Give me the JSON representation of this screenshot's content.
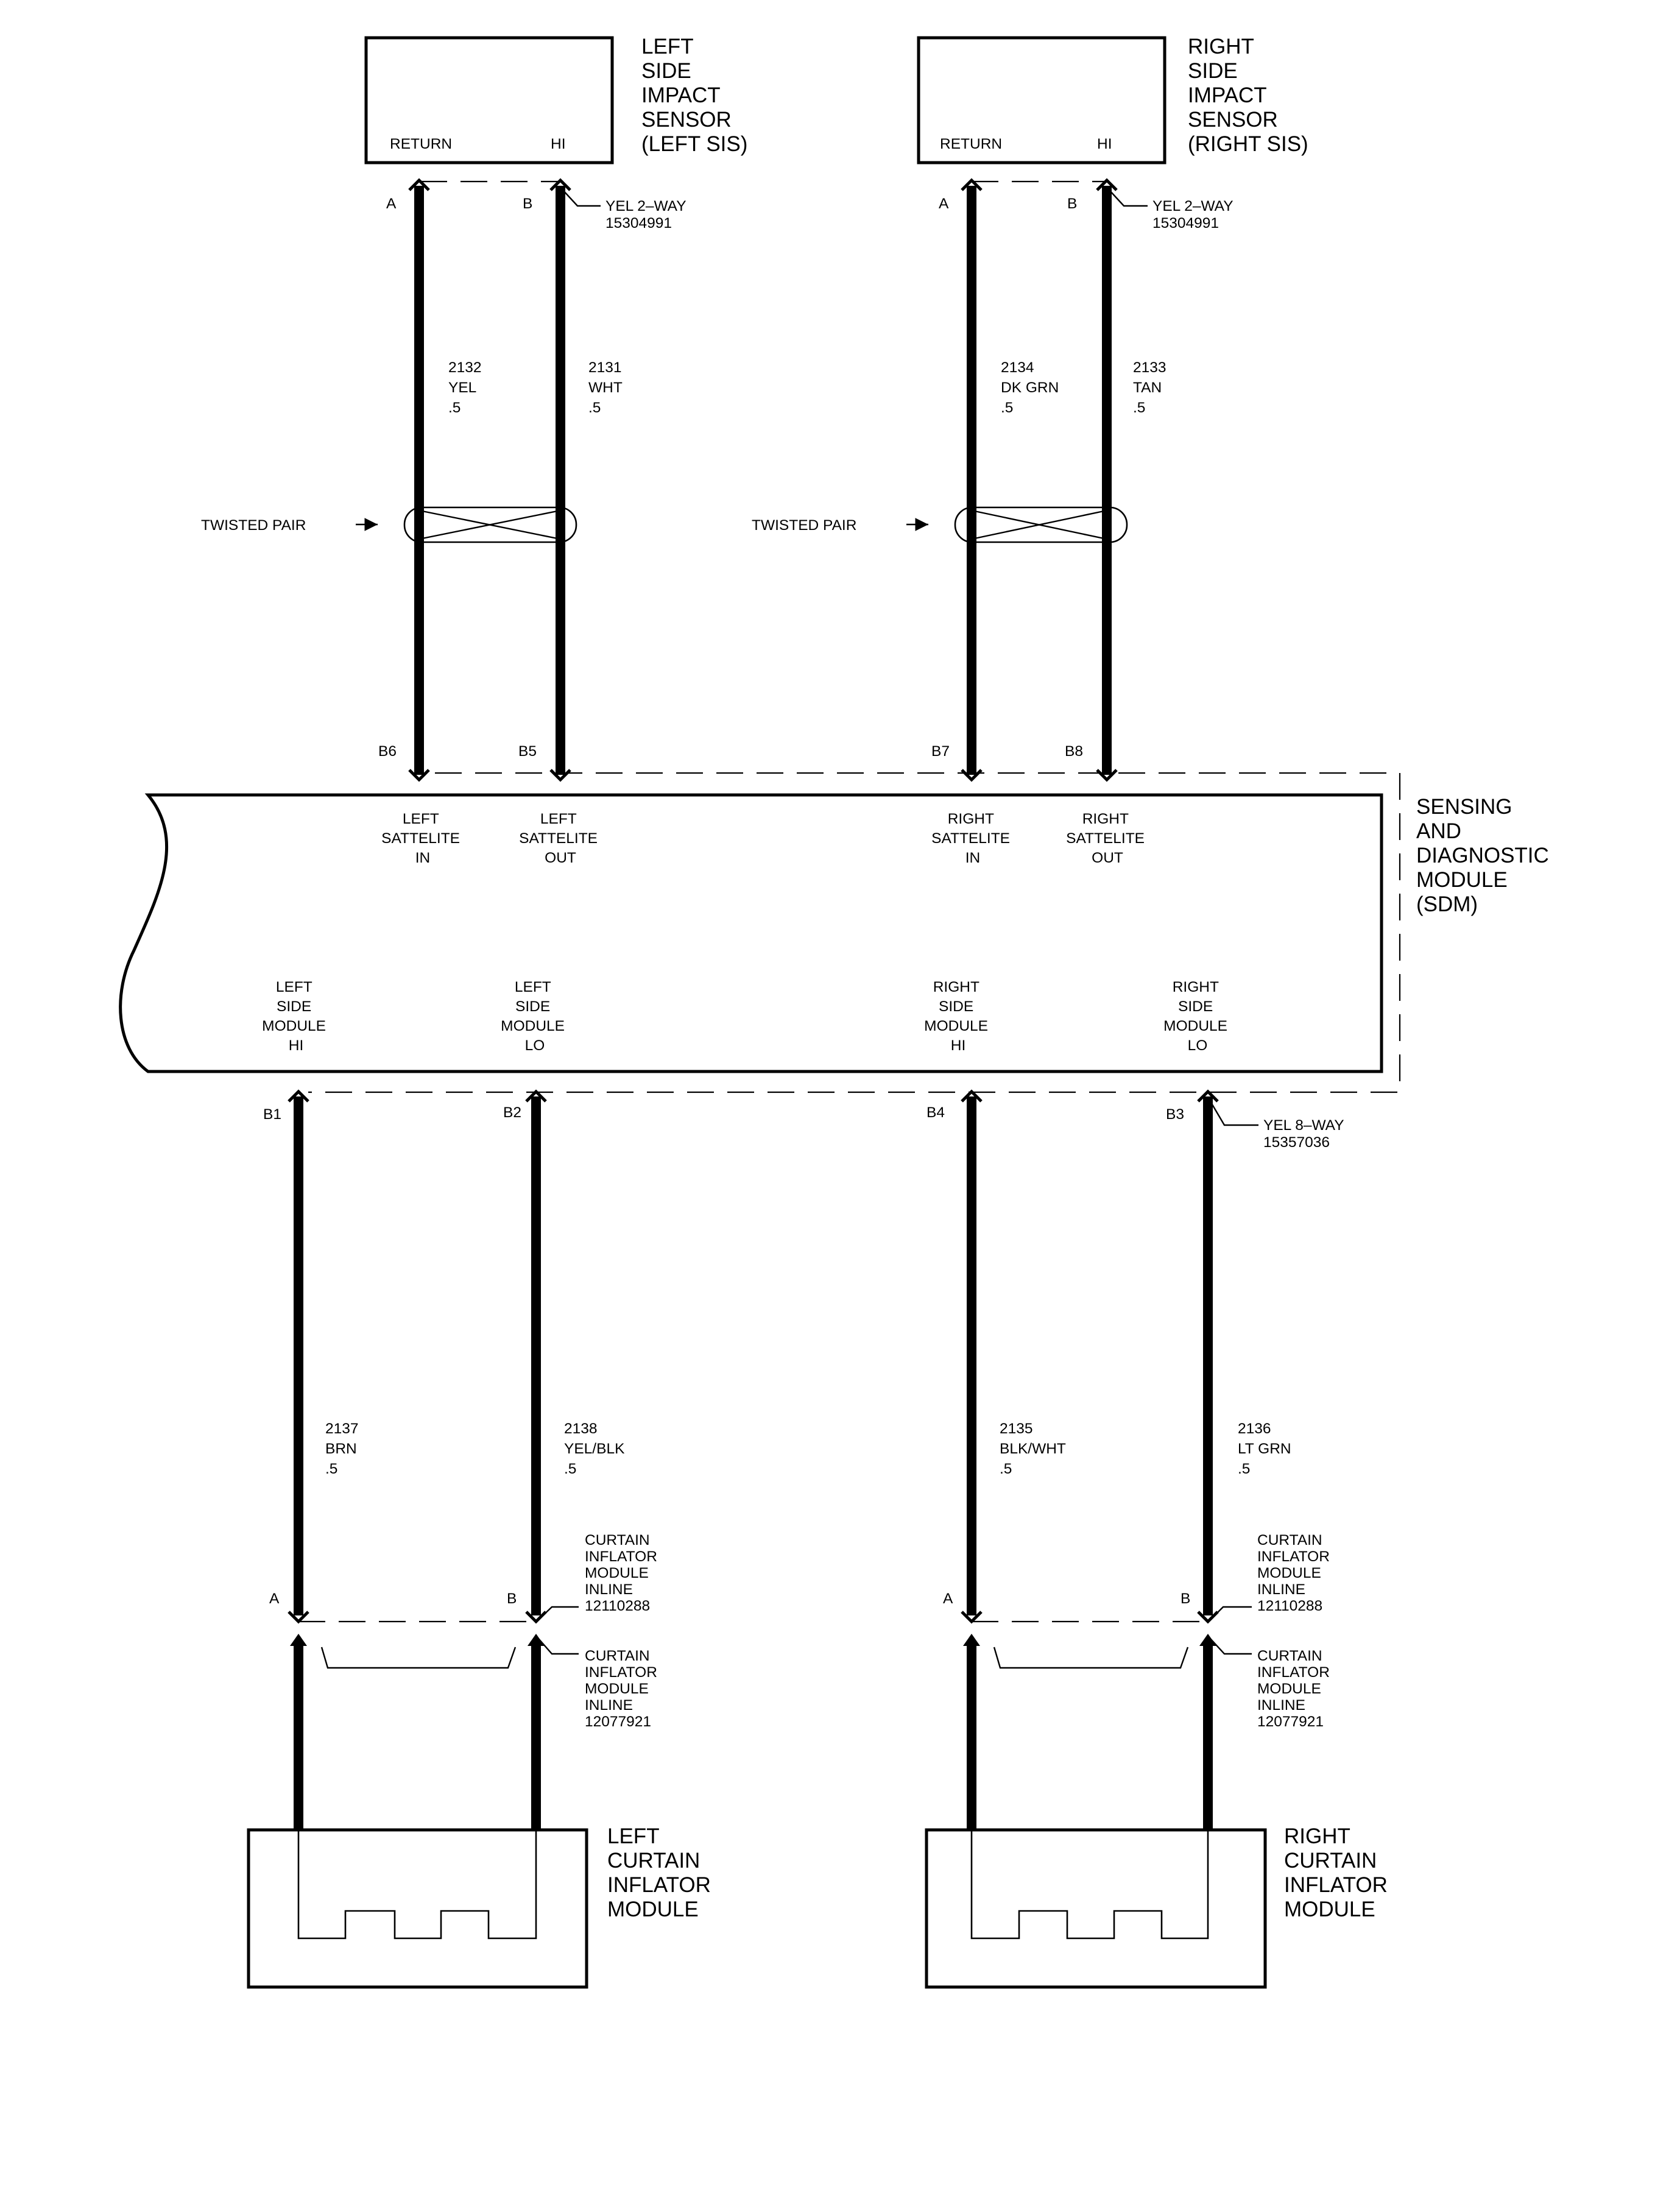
{
  "left_sis": {
    "title": [
      "LEFT",
      "SIDE",
      "IMPACT",
      "SENSOR",
      "(LEFT SIS)"
    ],
    "pin_return": "RETURN",
    "pin_hi": "HI",
    "cavity_a": "A",
    "cavity_b": "B",
    "connector": [
      "YEL 2–WAY",
      "15304991"
    ],
    "wire_return": [
      "2132",
      "YEL",
      ".5"
    ],
    "wire_hi": [
      "2131",
      "WHT",
      ".5"
    ],
    "twisted_pair": "TWISTED PAIR"
  },
  "right_sis": {
    "title": [
      "RIGHT",
      "SIDE",
      "IMPACT",
      "SENSOR",
      "(RIGHT SIS)"
    ],
    "pin_return": "RETURN",
    "pin_hi": "HI",
    "cavity_a": "A",
    "cavity_b": "B",
    "connector": [
      "YEL 2–WAY",
      "15304991"
    ],
    "wire_return": [
      "2134",
      "DK GRN",
      ".5"
    ],
    "wire_hi": [
      "2133",
      "TAN",
      ".5"
    ],
    "twisted_pair": "TWISTED PAIR"
  },
  "sdm": {
    "title": [
      "SENSING",
      "AND",
      "DIAGNOSTIC",
      "MODULE",
      "(SDM)"
    ],
    "top_pins": [
      "B6",
      "B5",
      "B7",
      "B8"
    ],
    "top_labels": [
      [
        "LEFT",
        "SATTELITE",
        "IN"
      ],
      [
        "LEFT",
        "SATTELITE",
        "OUT"
      ],
      [
        "RIGHT",
        "SATTELITE",
        "IN"
      ],
      [
        "RIGHT",
        "SATTELITE",
        "OUT"
      ]
    ],
    "bottom_labels": [
      [
        "LEFT",
        "SIDE",
        "MODULE",
        "HI"
      ],
      [
        "LEFT",
        "SIDE",
        "MODULE",
        "LO"
      ],
      [
        "RIGHT",
        "SIDE",
        "MODULE",
        "HI"
      ],
      [
        "RIGHT",
        "SIDE",
        "MODULE",
        "LO"
      ]
    ],
    "bottom_pins": [
      "B1",
      "B2",
      "B4",
      "B3"
    ],
    "connector": [
      "YEL 8–WAY",
      "15357036"
    ]
  },
  "left_curtain": {
    "wire_hi": [
      "2137",
      "BRN",
      ".5"
    ],
    "wire_lo": [
      "2138",
      "YEL/BLK",
      ".5"
    ],
    "cavity_a": "A",
    "cavity_b": "B",
    "inline_upper": [
      "CURTAIN",
      "INFLATOR",
      "MODULE",
      "INLINE",
      "12110288"
    ],
    "inline_lower": [
      "CURTAIN",
      "INFLATOR",
      "MODULE",
      "INLINE",
      "12077921"
    ],
    "title": [
      "LEFT",
      "CURTAIN",
      "INFLATOR",
      "MODULE"
    ]
  },
  "right_curtain": {
    "wire_hi": [
      "2135",
      "BLK/WHT",
      ".5"
    ],
    "wire_lo": [
      "2136",
      "LT GRN",
      ".5"
    ],
    "cavity_a": "A",
    "cavity_b": "B",
    "inline_upper": [
      "CURTAIN",
      "INFLATOR",
      "MODULE",
      "INLINE",
      "12110288"
    ],
    "inline_lower": [
      "CURTAIN",
      "INFLATOR",
      "MODULE",
      "INLINE",
      "12077921"
    ],
    "title": [
      "RIGHT",
      "CURTAIN",
      "INFLATOR",
      "MODULE"
    ]
  }
}
